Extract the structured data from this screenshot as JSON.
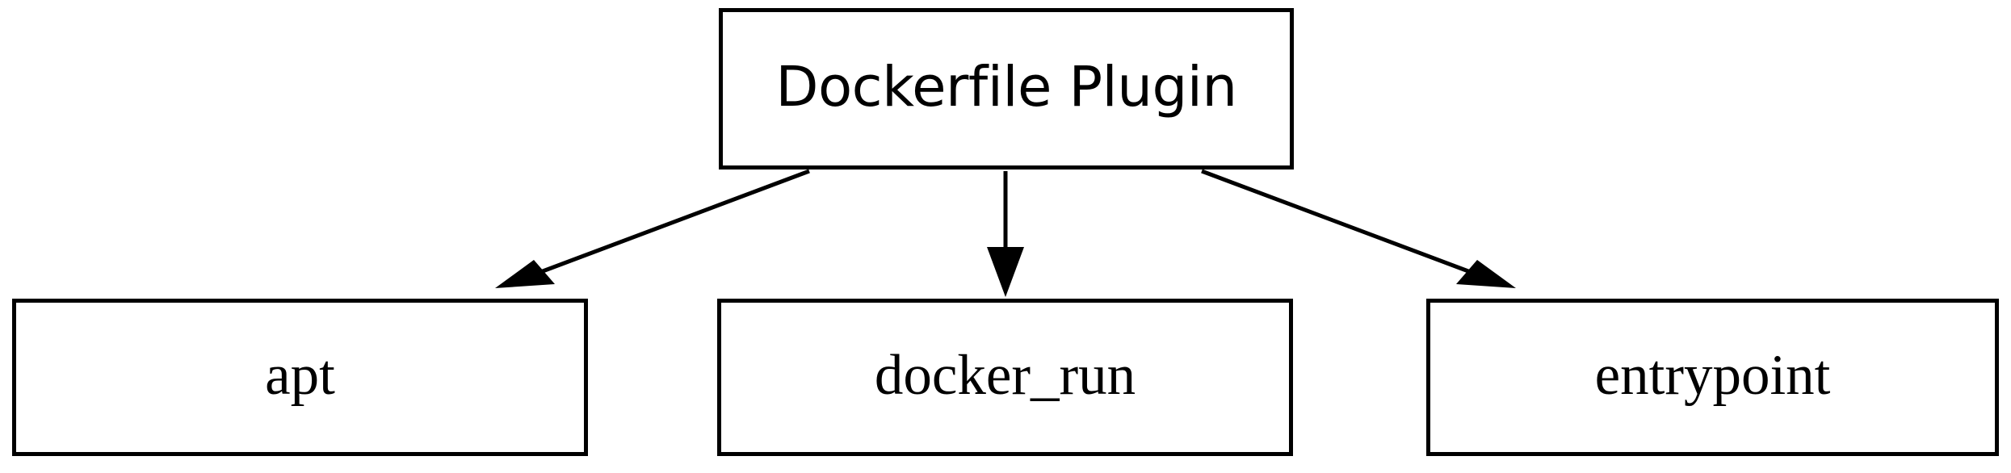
{
  "diagram": {
    "type": "directed-graph",
    "background_color": "#ffffff",
    "stroke_color": "#000000",
    "nodes": [
      {
        "id": "root",
        "label": "Dockerfile Plugin",
        "shape": "rectangle",
        "role": "parent"
      },
      {
        "id": "apt",
        "label": "apt",
        "shape": "rectangle",
        "role": "child"
      },
      {
        "id": "docker_run",
        "label": "docker_run",
        "shape": "rectangle",
        "role": "child"
      },
      {
        "id": "entrypoint",
        "label": "entrypoint",
        "shape": "rectangle",
        "role": "child"
      }
    ],
    "edges": [
      {
        "from": "root",
        "to": "apt",
        "arrow": "filled-triangle",
        "direction": "down-left"
      },
      {
        "from": "root",
        "to": "docker_run",
        "arrow": "filled-triangle",
        "direction": "down"
      },
      {
        "from": "root",
        "to": "entrypoint",
        "arrow": "filled-triangle",
        "direction": "down-right"
      }
    ]
  }
}
